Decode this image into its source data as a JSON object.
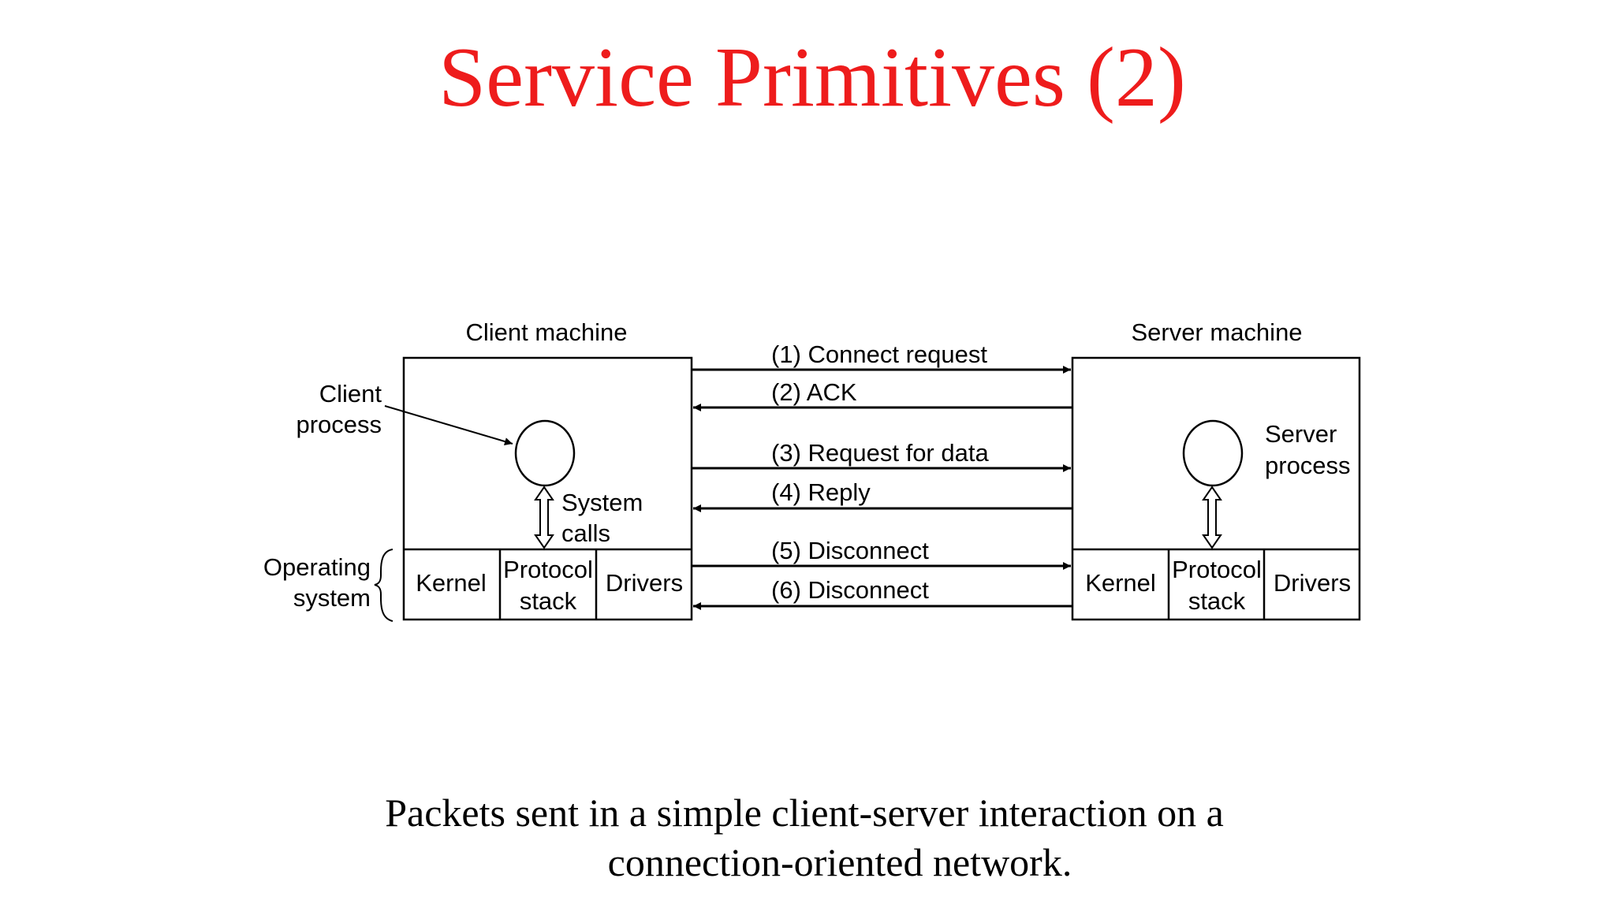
{
  "slide": {
    "title": "Service Primitives (2)",
    "caption_line1": "Packets sent in a simple client-server interaction on a",
    "caption_line2": "connection-oriented network.",
    "title_color": "#ee1c1c"
  },
  "diagram": {
    "client": {
      "heading": "Client machine",
      "process_label_1": "Client",
      "process_label_2": "process",
      "syscall_label_1": "System",
      "syscall_label_2": "calls",
      "os_label_1": "Operating",
      "os_label_2": "system",
      "kernel": "Kernel",
      "protocol_1": "Protocol",
      "protocol_2": "stack",
      "drivers": "Drivers"
    },
    "server": {
      "heading": "Server machine",
      "process_label_1": "Server",
      "process_label_2": "process",
      "kernel": "Kernel",
      "protocol_1": "Protocol",
      "protocol_2": "stack",
      "drivers": "Drivers"
    },
    "messages": [
      {
        "label": "(1) Connect request",
        "direction": "to-server"
      },
      {
        "label": "(2) ACK",
        "direction": "to-client"
      },
      {
        "label": "(3) Request for data",
        "direction": "to-server"
      },
      {
        "label": "(4) Reply",
        "direction": "to-client"
      },
      {
        "label": "(5) Disconnect",
        "direction": "to-server"
      },
      {
        "label": "(6) Disconnect",
        "direction": "to-client"
      }
    ]
  }
}
